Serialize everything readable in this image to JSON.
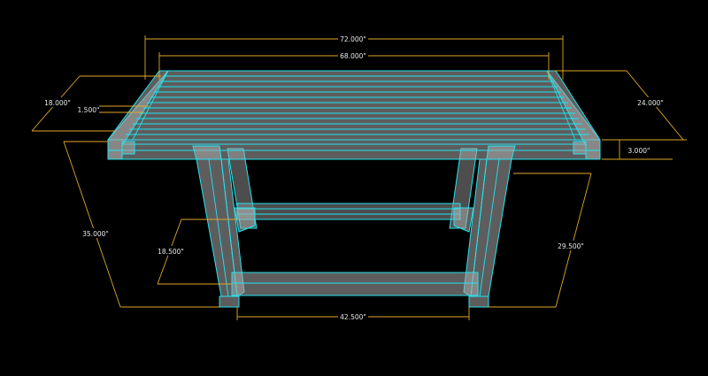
{
  "colors": {
    "background": "#000000",
    "wireframe": "#22e4f0",
    "dimension": "#e0a82a",
    "dimension_text": "#e8e8e8",
    "fill": "#aaaaaa"
  },
  "dimensions": {
    "overall_length": "72.000\"",
    "slat_length": "68.000\"",
    "depth_left": "18.000\"",
    "slat_width": "1.500\"",
    "overall_depth": "24.000\"",
    "apron_height": "3.000\"",
    "overall_height": "35.000\"",
    "stretcher_height": "18.500\"",
    "leg_height": "29.500\"",
    "leg_span": "42.500\""
  }
}
